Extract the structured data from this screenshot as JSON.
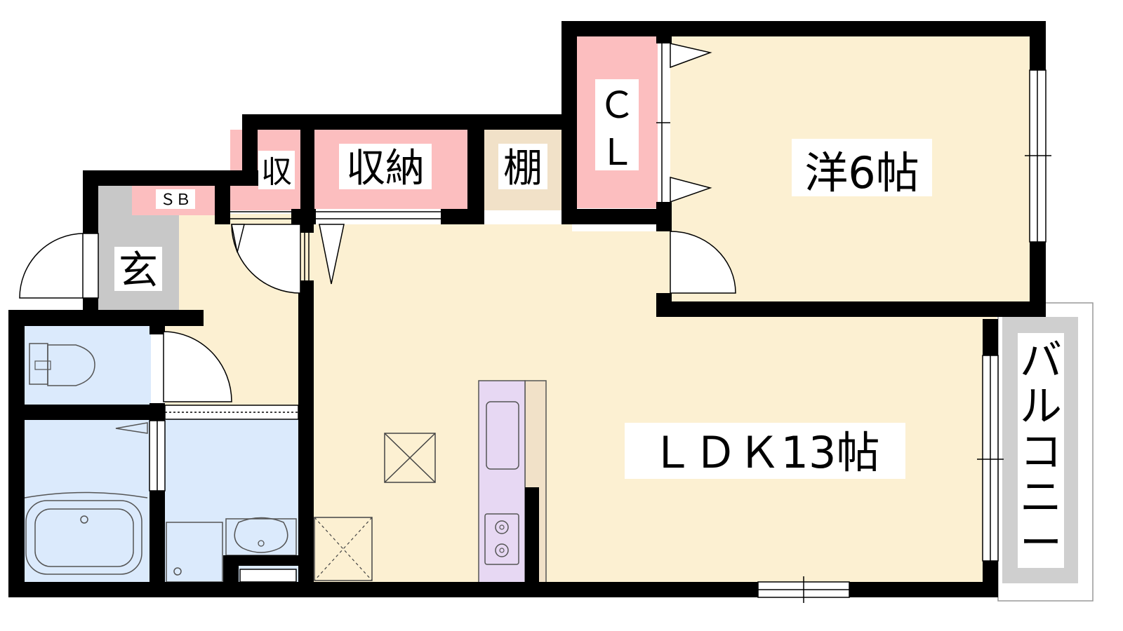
{
  "floorplan": {
    "rooms": {
      "western_room": {
        "name": "洋6帖"
      },
      "ldk": {
        "name": "ＬＤＫ13帖"
      },
      "closet": {
        "line1": "Ｃ",
        "line2": "Ｌ"
      },
      "storage_large": {
        "name": "収納"
      },
      "storage_small": {
        "name": "収"
      },
      "shelf": {
        "name": "棚"
      },
      "entrance": {
        "name": "玄"
      },
      "shoe_box": {
        "name": "ＳＢ"
      },
      "balcony": {
        "chars": [
          "バ",
          "ル",
          "コ",
          "ニ",
          "ー"
        ]
      }
    },
    "colors": {
      "floor": "#fcf0d2",
      "wet_area": "#dbeafc",
      "storage": "#fcbebf",
      "shelf": "#f1e1c8",
      "entrance": "#c8c8c8",
      "kitchen": "#e7d8f3",
      "balcony": "#cfcfcf",
      "wall": "#000000"
    }
  }
}
